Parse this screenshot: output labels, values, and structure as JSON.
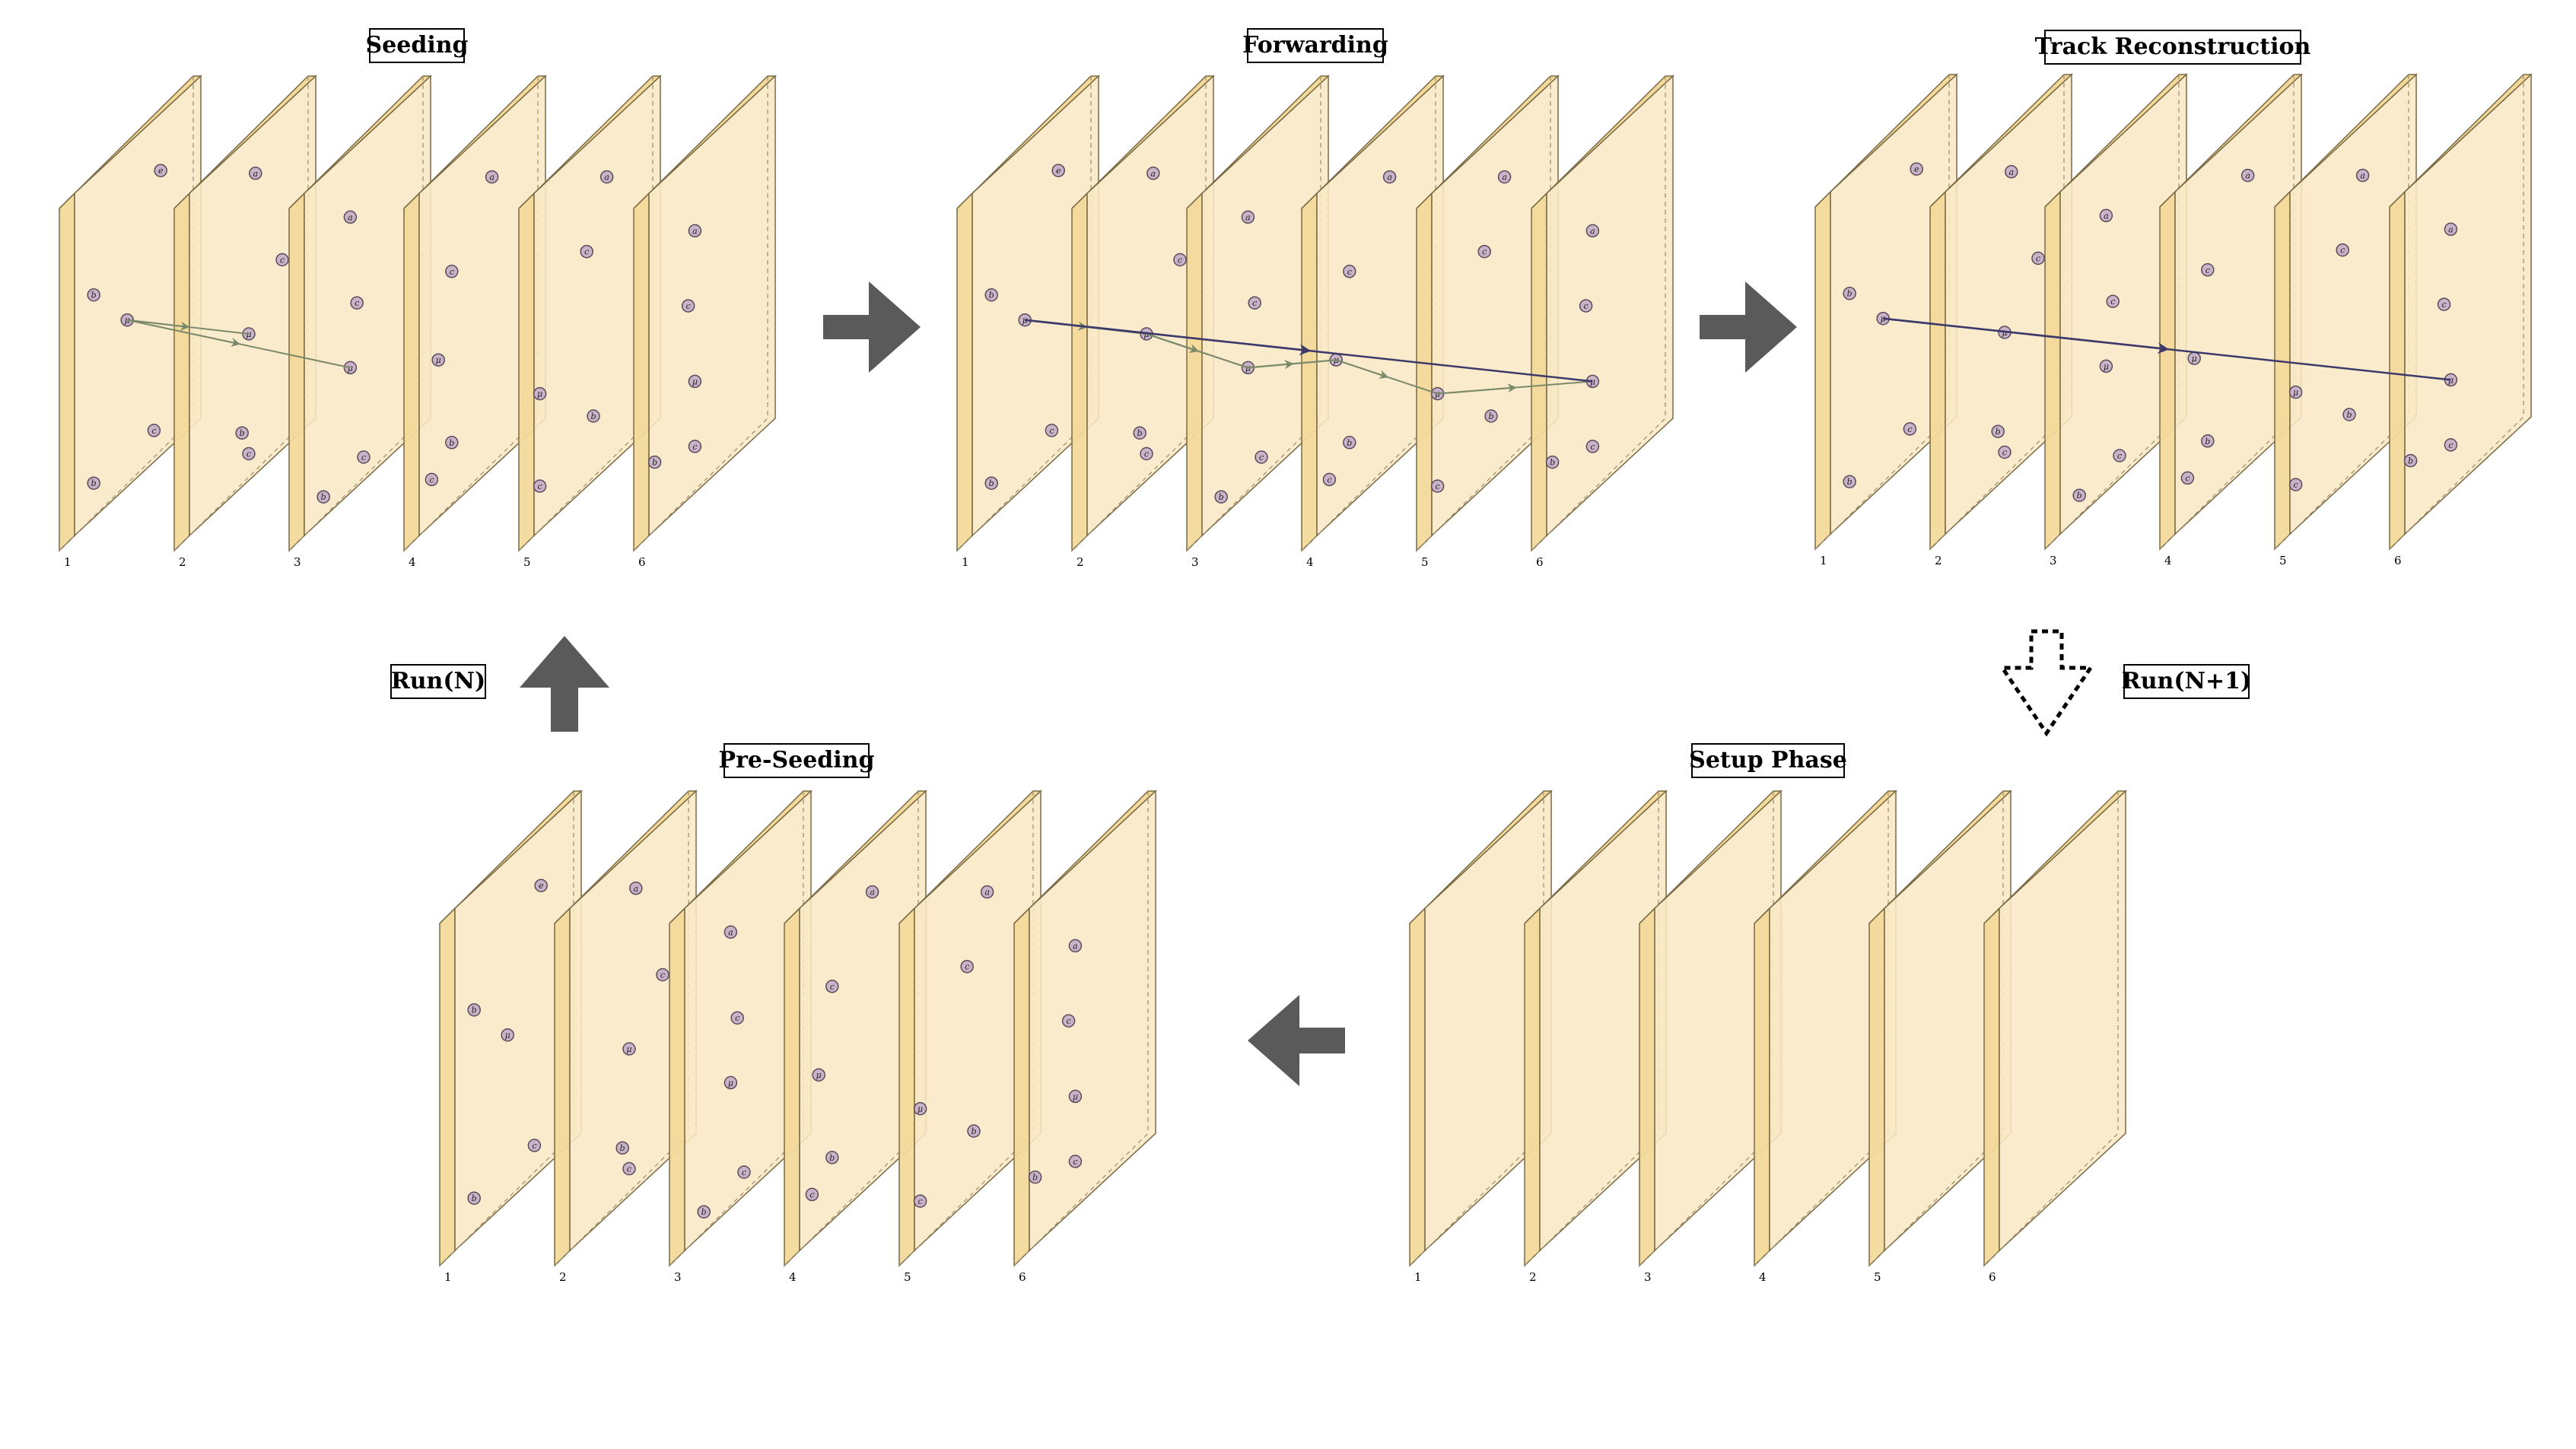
{
  "panels": [
    {
      "id": "seeding",
      "title": "Seeding",
      "layer_labels": [
        "1",
        "2",
        "3",
        "4",
        "5",
        "6"
      ],
      "hits": [
        [
          {
            "lbl": "b",
            "u": 0.2,
            "v": 0.33
          },
          {
            "lbl": "e",
            "u": 0.7,
            "v": 0.16
          },
          {
            "lbl": "μ",
            "u": 0.45,
            "v": 0.5
          },
          {
            "lbl": "b",
            "u": 0.2,
            "v": 0.88
          },
          {
            "lbl": "c",
            "u": 0.65,
            "v": 0.9
          }
        ],
        [
          {
            "lbl": "a",
            "u": 0.55,
            "v": 0.11
          },
          {
            "lbl": "c",
            "u": 0.75,
            "v": 0.44
          },
          {
            "lbl": "μ",
            "u": 0.5,
            "v": 0.56
          },
          {
            "lbl": "b",
            "u": 0.45,
            "v": 0.83
          },
          {
            "lbl": "c",
            "u": 0.5,
            "v": 0.91
          }
        ],
        [
          {
            "lbl": "a",
            "u": 0.4,
            "v": 0.18
          },
          {
            "lbl": "c",
            "u": 0.45,
            "v": 0.45
          },
          {
            "lbl": "μ",
            "u": 0.4,
            "v": 0.62
          },
          {
            "lbl": "b",
            "u": 0.2,
            "v": 0.92
          },
          {
            "lbl": "c",
            "u": 0.5,
            "v": 0.92
          }
        ],
        [
          {
            "lbl": "a",
            "u": 0.6,
            "v": 0.14
          },
          {
            "lbl": "c",
            "u": 0.3,
            "v": 0.3
          },
          {
            "lbl": "μ",
            "u": 0.2,
            "v": 0.52
          },
          {
            "lbl": "b",
            "u": 0.3,
            "v": 0.8
          },
          {
            "lbl": "c",
            "u": 0.15,
            "v": 0.85
          }
        ],
        [
          {
            "lbl": "a",
            "u": 0.6,
            "v": 0.14
          },
          {
            "lbl": "c",
            "u": 0.45,
            "v": 0.3
          },
          {
            "lbl": "μ",
            "u": 0.1,
            "v": 0.58
          },
          {
            "lbl": "b",
            "u": 0.5,
            "v": 0.8
          },
          {
            "lbl": "c",
            "u": 0.1,
            "v": 0.85
          }
        ],
        [
          {
            "lbl": "a",
            "u": 0.4,
            "v": 0.22
          },
          {
            "lbl": "c",
            "u": 0.35,
            "v": 0.42
          },
          {
            "lbl": "μ",
            "u": 0.4,
            "v": 0.66
          },
          {
            "lbl": "b",
            "u": 0.1,
            "v": 0.78
          },
          {
            "lbl": "c",
            "u": 0.4,
            "v": 0.85
          }
        ]
      ],
      "tracks": [
        {
          "kind": "seed",
          "pts": [
            [
              0,
              2
            ],
            [
              1,
              2
            ]
          ]
        },
        {
          "kind": "seed",
          "pts": [
            [
              0,
              2
            ],
            [
              2,
              2
            ]
          ]
        }
      ]
    },
    {
      "id": "forwarding",
      "title": "Forwarding",
      "layer_labels": [
        "1",
        "2",
        "3",
        "4",
        "5",
        "6"
      ],
      "hits": [
        [
          {
            "lbl": "b",
            "u": 0.2,
            "v": 0.33
          },
          {
            "lbl": "e",
            "u": 0.7,
            "v": 0.16
          },
          {
            "lbl": "μ",
            "u": 0.45,
            "v": 0.5
          },
          {
            "lbl": "b",
            "u": 0.2,
            "v": 0.88
          },
          {
            "lbl": "c",
            "u": 0.65,
            "v": 0.9
          }
        ],
        [
          {
            "lbl": "a",
            "u": 0.55,
            "v": 0.11
          },
          {
            "lbl": "c",
            "u": 0.75,
            "v": 0.44
          },
          {
            "lbl": "μ",
            "u": 0.5,
            "v": 0.56
          },
          {
            "lbl": "b",
            "u": 0.45,
            "v": 0.83
          },
          {
            "lbl": "c",
            "u": 0.5,
            "v": 0.91
          }
        ],
        [
          {
            "lbl": "a",
            "u": 0.4,
            "v": 0.18
          },
          {
            "lbl": "c",
            "u": 0.45,
            "v": 0.45
          },
          {
            "lbl": "μ",
            "u": 0.4,
            "v": 0.62
          },
          {
            "lbl": "b",
            "u": 0.2,
            "v": 0.92
          },
          {
            "lbl": "c",
            "u": 0.5,
            "v": 0.92
          }
        ],
        [
          {
            "lbl": "a",
            "u": 0.6,
            "v": 0.14
          },
          {
            "lbl": "c",
            "u": 0.3,
            "v": 0.3
          },
          {
            "lbl": "μ",
            "u": 0.2,
            "v": 0.52
          },
          {
            "lbl": "b",
            "u": 0.3,
            "v": 0.8
          },
          {
            "lbl": "c",
            "u": 0.15,
            "v": 0.85
          }
        ],
        [
          {
            "lbl": "a",
            "u": 0.6,
            "v": 0.14
          },
          {
            "lbl": "c",
            "u": 0.45,
            "v": 0.3
          },
          {
            "lbl": "μ",
            "u": 0.1,
            "v": 0.58
          },
          {
            "lbl": "b",
            "u": 0.5,
            "v": 0.8
          },
          {
            "lbl": "c",
            "u": 0.1,
            "v": 0.85
          }
        ],
        [
          {
            "lbl": "a",
            "u": 0.4,
            "v": 0.22
          },
          {
            "lbl": "c",
            "u": 0.35,
            "v": 0.42
          },
          {
            "lbl": "μ",
            "u": 0.4,
            "v": 0.66
          },
          {
            "lbl": "b",
            "u": 0.1,
            "v": 0.78
          },
          {
            "lbl": "c",
            "u": 0.4,
            "v": 0.85
          }
        ]
      ],
      "tracks": [
        {
          "kind": "candidate",
          "pts": [
            [
              0,
              2
            ],
            [
              1,
              2
            ],
            [
              2,
              2
            ],
            [
              3,
              2
            ],
            [
              4,
              2
            ],
            [
              5,
              2
            ]
          ]
        },
        {
          "kind": "candidate",
          "pts": [
            [
              0,
              2
            ],
            [
              1,
              2
            ],
            [
              2,
              2
            ],
            [
              3,
              2
            ]
          ]
        },
        {
          "kind": "final",
          "pts": [
            [
              0,
              2
            ],
            [
              5,
              2
            ]
          ]
        }
      ]
    },
    {
      "id": "track-reconstruction",
      "title": "Track Reconstruction",
      "layer_labels": [
        "1",
        "2",
        "3",
        "4",
        "5",
        "6"
      ],
      "hits": [
        [
          {
            "lbl": "b",
            "u": 0.2,
            "v": 0.33
          },
          {
            "lbl": "e",
            "u": 0.7,
            "v": 0.16
          },
          {
            "lbl": "μ",
            "u": 0.45,
            "v": 0.5
          },
          {
            "lbl": "b",
            "u": 0.2,
            "v": 0.88
          },
          {
            "lbl": "c",
            "u": 0.65,
            "v": 0.9
          }
        ],
        [
          {
            "lbl": "a",
            "u": 0.55,
            "v": 0.11
          },
          {
            "lbl": "c",
            "u": 0.75,
            "v": 0.44
          },
          {
            "lbl": "μ",
            "u": 0.5,
            "v": 0.56
          },
          {
            "lbl": "b",
            "u": 0.45,
            "v": 0.83
          },
          {
            "lbl": "c",
            "u": 0.5,
            "v": 0.91
          }
        ],
        [
          {
            "lbl": "a",
            "u": 0.4,
            "v": 0.18
          },
          {
            "lbl": "c",
            "u": 0.45,
            "v": 0.45
          },
          {
            "lbl": "μ",
            "u": 0.4,
            "v": 0.62
          },
          {
            "lbl": "b",
            "u": 0.2,
            "v": 0.92
          },
          {
            "lbl": "c",
            "u": 0.5,
            "v": 0.92
          }
        ],
        [
          {
            "lbl": "a",
            "u": 0.6,
            "v": 0.14
          },
          {
            "lbl": "c",
            "u": 0.3,
            "v": 0.3
          },
          {
            "lbl": "μ",
            "u": 0.2,
            "v": 0.52
          },
          {
            "lbl": "b",
            "u": 0.3,
            "v": 0.8
          },
          {
            "lbl": "c",
            "u": 0.15,
            "v": 0.85
          }
        ],
        [
          {
            "lbl": "a",
            "u": 0.6,
            "v": 0.14
          },
          {
            "lbl": "c",
            "u": 0.45,
            "v": 0.3
          },
          {
            "lbl": "μ",
            "u": 0.1,
            "v": 0.58
          },
          {
            "lbl": "b",
            "u": 0.5,
            "v": 0.8
          },
          {
            "lbl": "c",
            "u": 0.1,
            "v": 0.85
          }
        ],
        [
          {
            "lbl": "a",
            "u": 0.4,
            "v": 0.22
          },
          {
            "lbl": "c",
            "u": 0.35,
            "v": 0.42
          },
          {
            "lbl": "μ",
            "u": 0.4,
            "v": 0.66
          },
          {
            "lbl": "b",
            "u": 0.1,
            "v": 0.78
          },
          {
            "lbl": "c",
            "u": 0.4,
            "v": 0.85
          }
        ]
      ],
      "tracks": [
        {
          "kind": "final",
          "pts": [
            [
              0,
              2
            ],
            [
              5,
              2
            ]
          ]
        }
      ]
    },
    {
      "id": "pre-seeding",
      "title": "Pre-Seeding",
      "layer_labels": [
        "1",
        "2",
        "3",
        "4",
        "5",
        "6"
      ],
      "hits": [
        [
          {
            "lbl": "b",
            "u": 0.2,
            "v": 0.33
          },
          {
            "lbl": "e",
            "u": 0.7,
            "v": 0.16
          },
          {
            "lbl": "μ",
            "u": 0.45,
            "v": 0.5
          },
          {
            "lbl": "b",
            "u": 0.2,
            "v": 0.88
          },
          {
            "lbl": "c",
            "u": 0.65,
            "v": 0.9
          }
        ],
        [
          {
            "lbl": "a",
            "u": 0.55,
            "v": 0.11
          },
          {
            "lbl": "c",
            "u": 0.75,
            "v": 0.44
          },
          {
            "lbl": "μ",
            "u": 0.5,
            "v": 0.56
          },
          {
            "lbl": "b",
            "u": 0.45,
            "v": 0.83
          },
          {
            "lbl": "c",
            "u": 0.5,
            "v": 0.91
          }
        ],
        [
          {
            "lbl": "a",
            "u": 0.4,
            "v": 0.18
          },
          {
            "lbl": "c",
            "u": 0.45,
            "v": 0.45
          },
          {
            "lbl": "μ",
            "u": 0.4,
            "v": 0.62
          },
          {
            "lbl": "b",
            "u": 0.2,
            "v": 0.92
          },
          {
            "lbl": "c",
            "u": 0.5,
            "v": 0.92
          }
        ],
        [
          {
            "lbl": "a",
            "u": 0.6,
            "v": 0.14
          },
          {
            "lbl": "c",
            "u": 0.3,
            "v": 0.3
          },
          {
            "lbl": "μ",
            "u": 0.2,
            "v": 0.52
          },
          {
            "lbl": "b",
            "u": 0.3,
            "v": 0.8
          },
          {
            "lbl": "c",
            "u": 0.15,
            "v": 0.85
          }
        ],
        [
          {
            "lbl": "a",
            "u": 0.6,
            "v": 0.14
          },
          {
            "lbl": "c",
            "u": 0.45,
            "v": 0.3
          },
          {
            "lbl": "μ",
            "u": 0.1,
            "v": 0.58
          },
          {
            "lbl": "b",
            "u": 0.5,
            "v": 0.8
          },
          {
            "lbl": "c",
            "u": 0.1,
            "v": 0.85
          }
        ],
        [
          {
            "lbl": "a",
            "u": 0.4,
            "v": 0.22
          },
          {
            "lbl": "c",
            "u": 0.35,
            "v": 0.42
          },
          {
            "lbl": "μ",
            "u": 0.4,
            "v": 0.66
          },
          {
            "lbl": "b",
            "u": 0.1,
            "v": 0.78
          },
          {
            "lbl": "c",
            "u": 0.4,
            "v": 0.85
          }
        ]
      ],
      "tracks": []
    },
    {
      "id": "setup-phase",
      "title": "Setup Phase",
      "layer_labels": [
        "1",
        "2",
        "3",
        "4",
        "5",
        "6"
      ],
      "hits": [
        [],
        [],
        [],
        [],
        [],
        []
      ],
      "tracks": []
    }
  ],
  "run_labels": {
    "run_n": "Run(N)",
    "run_n_plus_1": "Run(N+1)"
  },
  "colors": {
    "plate_face": "#f8e8c4",
    "plate_edge": "#f3d99a",
    "plate_stroke": "#7a6a45",
    "hit_fill": "#c9b3c9",
    "hit_stroke": "#5a4a5a",
    "track_final": "#3d3a6b",
    "track_candidate": "#7a8a6a",
    "arrow": "#5a5a5a"
  }
}
